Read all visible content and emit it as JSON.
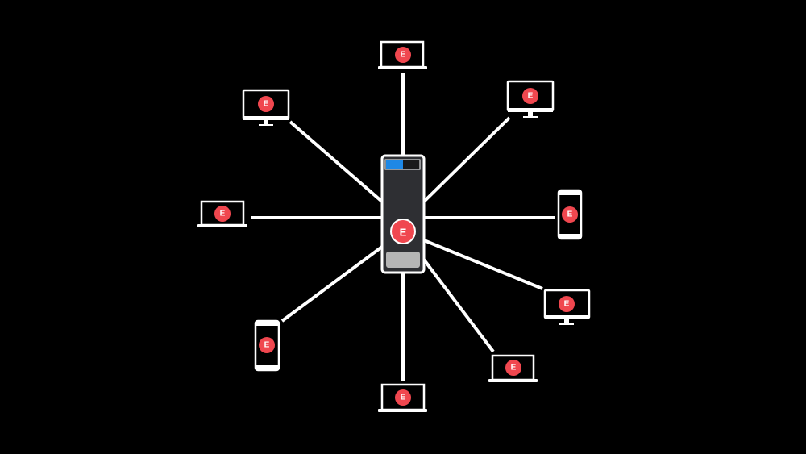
{
  "diagram": {
    "hub": {
      "type": "server",
      "badge_label": "E",
      "status_bar_color": "#1e88e5"
    },
    "devices": [
      {
        "id": "top-laptop",
        "type": "laptop",
        "badge_label": "E"
      },
      {
        "id": "top-right-monitor",
        "type": "monitor",
        "badge_label": "E"
      },
      {
        "id": "right-phone",
        "type": "phone",
        "badge_label": "E"
      },
      {
        "id": "right-monitor",
        "type": "monitor",
        "badge_label": "E"
      },
      {
        "id": "bottom-right-laptop",
        "type": "laptop",
        "badge_label": "E"
      },
      {
        "id": "bottom-laptop",
        "type": "laptop",
        "badge_label": "E"
      },
      {
        "id": "bottom-left-phone",
        "type": "phone",
        "badge_label": "E"
      },
      {
        "id": "left-laptop",
        "type": "laptop",
        "badge_label": "E"
      },
      {
        "id": "top-left-monitor",
        "type": "monitor",
        "badge_label": "E"
      }
    ],
    "colors": {
      "background": "#000000",
      "line": "#ffffff",
      "badge": "#f0474f",
      "server_body": "#2e2f33",
      "server_panel": "#b5b5b5"
    }
  }
}
